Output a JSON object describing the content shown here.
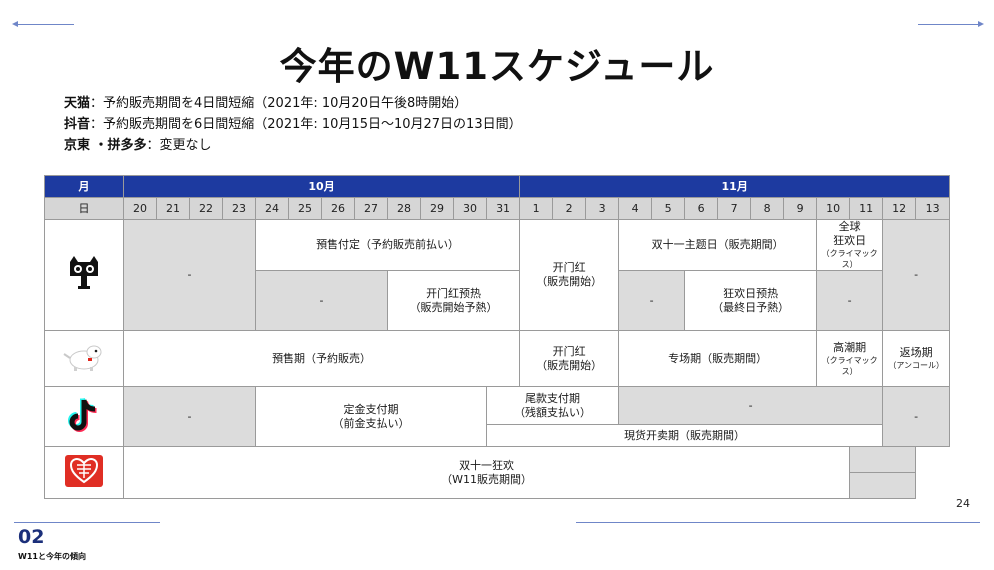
{
  "title": "今年のW11スケジュール",
  "notes": [
    {
      "brand": "天猫",
      "text": "：予約販売期間を4日間短縮（2021年: 10月20日午後8時開始）"
    },
    {
      "brand": "抖音",
      "text": "：予約販売期間を6日間短縮（2021年: 10月15日～10月27日の13日間）"
    },
    {
      "brand": "京東 ・拼多多",
      "text": "：変更なし"
    }
  ],
  "table": {
    "month_header": "月",
    "day_header": "日",
    "months": [
      "10月",
      "11月"
    ],
    "days": [
      "20",
      "21",
      "22",
      "23",
      "24",
      "25",
      "26",
      "27",
      "28",
      "29",
      "30",
      "31",
      "1",
      "2",
      "3",
      "4",
      "5",
      "6",
      "7",
      "8",
      "9",
      "10",
      "11",
      "12",
      "13"
    ],
    "dash": "-",
    "tmall": {
      "icon": "tmall-cat-logo",
      "presale_deposit": "預售付定（予約販売前払い）",
      "pre_kaimen_title": "开门红预热",
      "pre_kaimen_sub": "（販売開始予熱）",
      "kaimen_title": "开门红",
      "kaimen_sub": "（販売開始）",
      "theme_day": "双十一主题日（販売期間）",
      "global_title_1": "全球",
      "global_title_2": "狂欢日",
      "global_sub": "（クライマックス）",
      "final_pre_title": "狂欢日预热",
      "final_pre_sub": "（最終日予熱）"
    },
    "jd": {
      "icon": "jd-dog-logo",
      "presale": "預售期（予約販売）",
      "kaimen_title": "开门红",
      "kaimen_sub": "（販売開始）",
      "special": "专场期（販売期間）",
      "peak_title": "高潮期",
      "peak_sub": "（クライマックス）",
      "return_title": "返场期",
      "return_sub": "（アンコール）"
    },
    "douyin": {
      "icon": "douyin-logo",
      "deposit_title": "定金支付期",
      "deposit_sub": "（前金支払い）",
      "balance_title": "尾款支付期",
      "balance_sub": "（残額支払い）",
      "spot": "現货开卖期（販売期間）"
    },
    "pdd": {
      "icon": "pinduoduo-logo",
      "main_title": "双十一狂欢",
      "main_sub": "（W11販売期間）"
    }
  },
  "page_number": "24",
  "section_number": "02",
  "section_label": "W11と今年の傾向",
  "colors": {
    "header_blue": "#1d3aa0",
    "gray_cell": "#dcdcdc",
    "accent_line": "#6f86c8"
  }
}
